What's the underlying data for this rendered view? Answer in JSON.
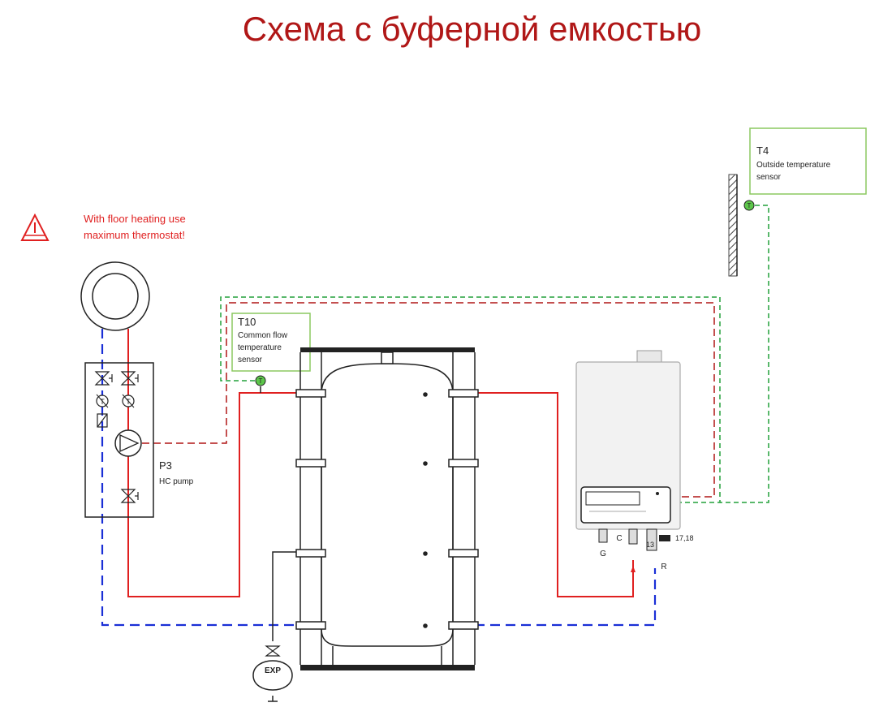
{
  "title": "Схема с буферной емкостью",
  "warning": {
    "line1": "With floor heating use",
    "line2": "maximum thermostat!"
  },
  "t10": {
    "code": "T10",
    "line1": "Common flow",
    "line2": "temperature",
    "line3": "sensor"
  },
  "t4": {
    "code": "T4",
    "line1": "Outside temperature",
    "line2": "sensor"
  },
  "p3": {
    "code": "P3",
    "name": "HC pump"
  },
  "exp": {
    "label": "EXP"
  },
  "sensor_symbol": "T",
  "boiler_ports": {
    "g": "G",
    "c": "C",
    "n13": "13",
    "r": "R",
    "n1718": "17,18"
  },
  "colors": {
    "flow": "#e02020",
    "return": "#1a2fd6",
    "sensor": "#22a03a",
    "title": "#b01717",
    "box": "#8cc860"
  }
}
